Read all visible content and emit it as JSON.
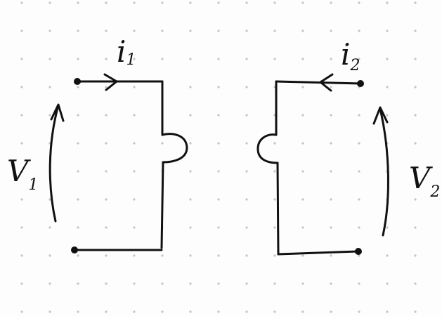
{
  "labels": {
    "i1": {
      "main": "i",
      "sub": "1"
    },
    "i2": {
      "main": "i",
      "sub": "2"
    },
    "v1": {
      "main": "V",
      "sub": "1"
    },
    "v2": {
      "main": "V",
      "sub": "2"
    }
  },
  "colors": {
    "ink": "#111111",
    "grid_dot": "#c4c4c4",
    "background": "#fdfdfd"
  }
}
